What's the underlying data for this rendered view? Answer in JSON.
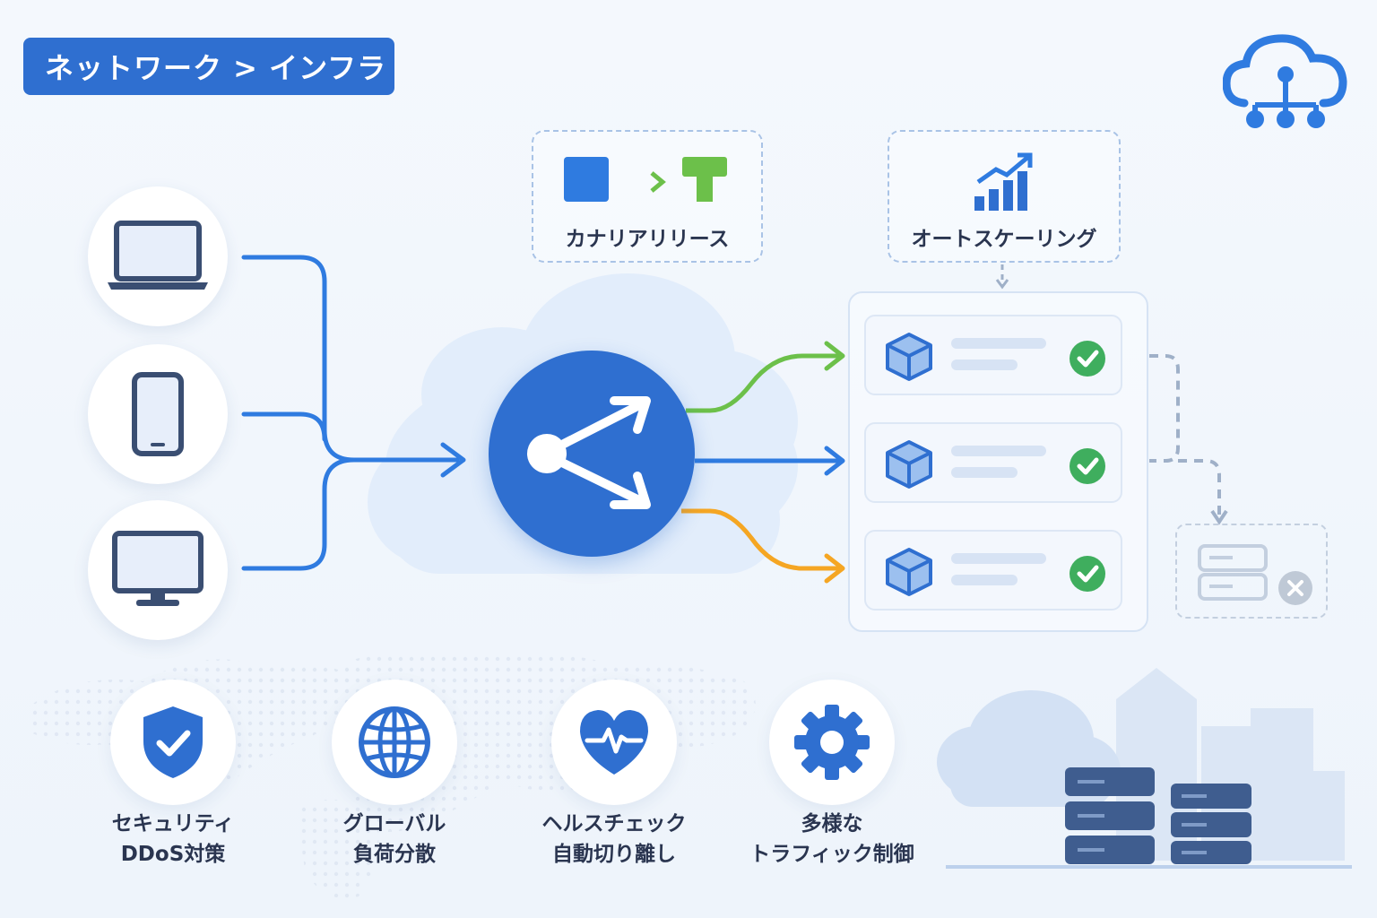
{
  "breadcrumb": {
    "text": "ネットワーク > インフラ"
  },
  "top_boxes": {
    "canary": {
      "label": "カナリアリリース",
      "icon": "canary-release-icon"
    },
    "autoscale": {
      "label": "オートスケーリング",
      "icon": "bar-chart-growth-icon"
    }
  },
  "clients": [
    {
      "icon": "laptop-icon"
    },
    {
      "icon": "smartphone-icon"
    },
    {
      "icon": "desktop-monitor-icon"
    }
  ],
  "load_balancer": {
    "icon": "share-split-icon"
  },
  "routes": [
    {
      "color": "#6cc04a"
    },
    {
      "color": "#2f7be0"
    },
    {
      "color": "#f5a623"
    }
  ],
  "servers": [
    {
      "status": "healthy",
      "icon": "cube-icon"
    },
    {
      "status": "healthy",
      "icon": "cube-icon"
    },
    {
      "status": "healthy",
      "icon": "cube-icon"
    }
  ],
  "detached_server": {
    "status": "removed",
    "icon": "server-stack-icon"
  },
  "features": [
    {
      "icon": "shield-check-icon",
      "line1": "セキュリティ",
      "line2": "DDoS対策"
    },
    {
      "icon": "globe-icon",
      "line1": "グローバル",
      "line2": "負荷分散"
    },
    {
      "icon": "heartbeat-icon",
      "line1": "ヘルスチェック",
      "line2": "自動切り離し"
    },
    {
      "icon": "gear-icon",
      "line1": "多様な",
      "line2": "トラフィック制御"
    }
  ],
  "colors": {
    "primary": "#2f6fd0",
    "accent_blue": "#2f7be0",
    "green": "#6cc04a",
    "orange": "#f5a623",
    "check_green": "#3fae5e",
    "text_dark": "#2a3550"
  }
}
